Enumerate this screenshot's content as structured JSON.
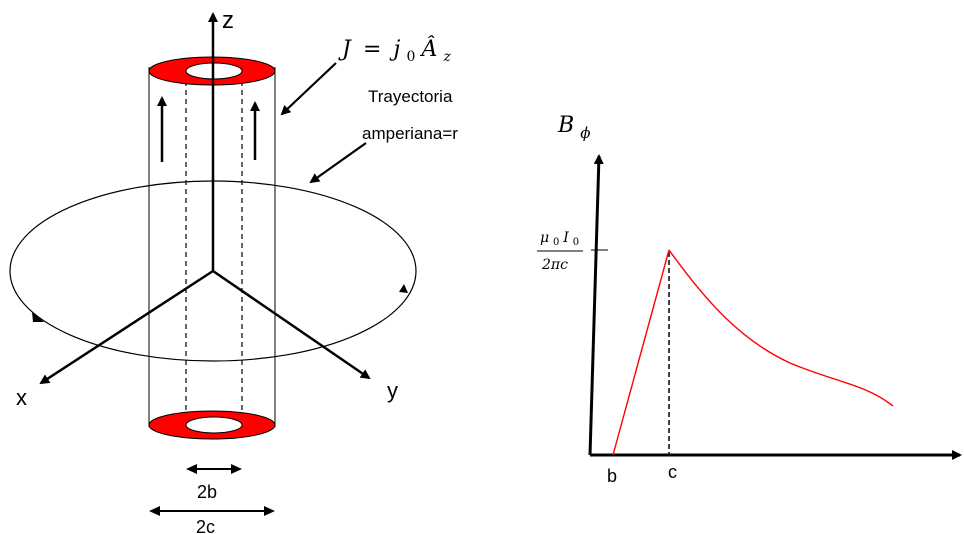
{
  "left_diagram": {
    "axes": {
      "z": "z",
      "x": "x",
      "y": "y"
    },
    "current_density": {
      "lhs": "J",
      "eq": "=",
      "coef": "j",
      "coef_sub": "0",
      "unit": "Â",
      "unit_sub": "z"
    },
    "path_label_line1": "Trayectoria",
    "path_label_line2": "amperiana=r",
    "dim_inner": "2b",
    "dim_outer": "2c",
    "ring_color": "#ff0000"
  },
  "right_graph": {
    "y_axis": {
      "symbol": "B",
      "sub": "ϕ"
    },
    "peak": {
      "num_a": "μ",
      "num_a_sub": "0",
      "num_b": "I",
      "num_b_sub": "0",
      "den": "2πc"
    },
    "x_ticks": {
      "b": "b",
      "c": "c"
    },
    "curve_color": "#ff0000"
  }
}
